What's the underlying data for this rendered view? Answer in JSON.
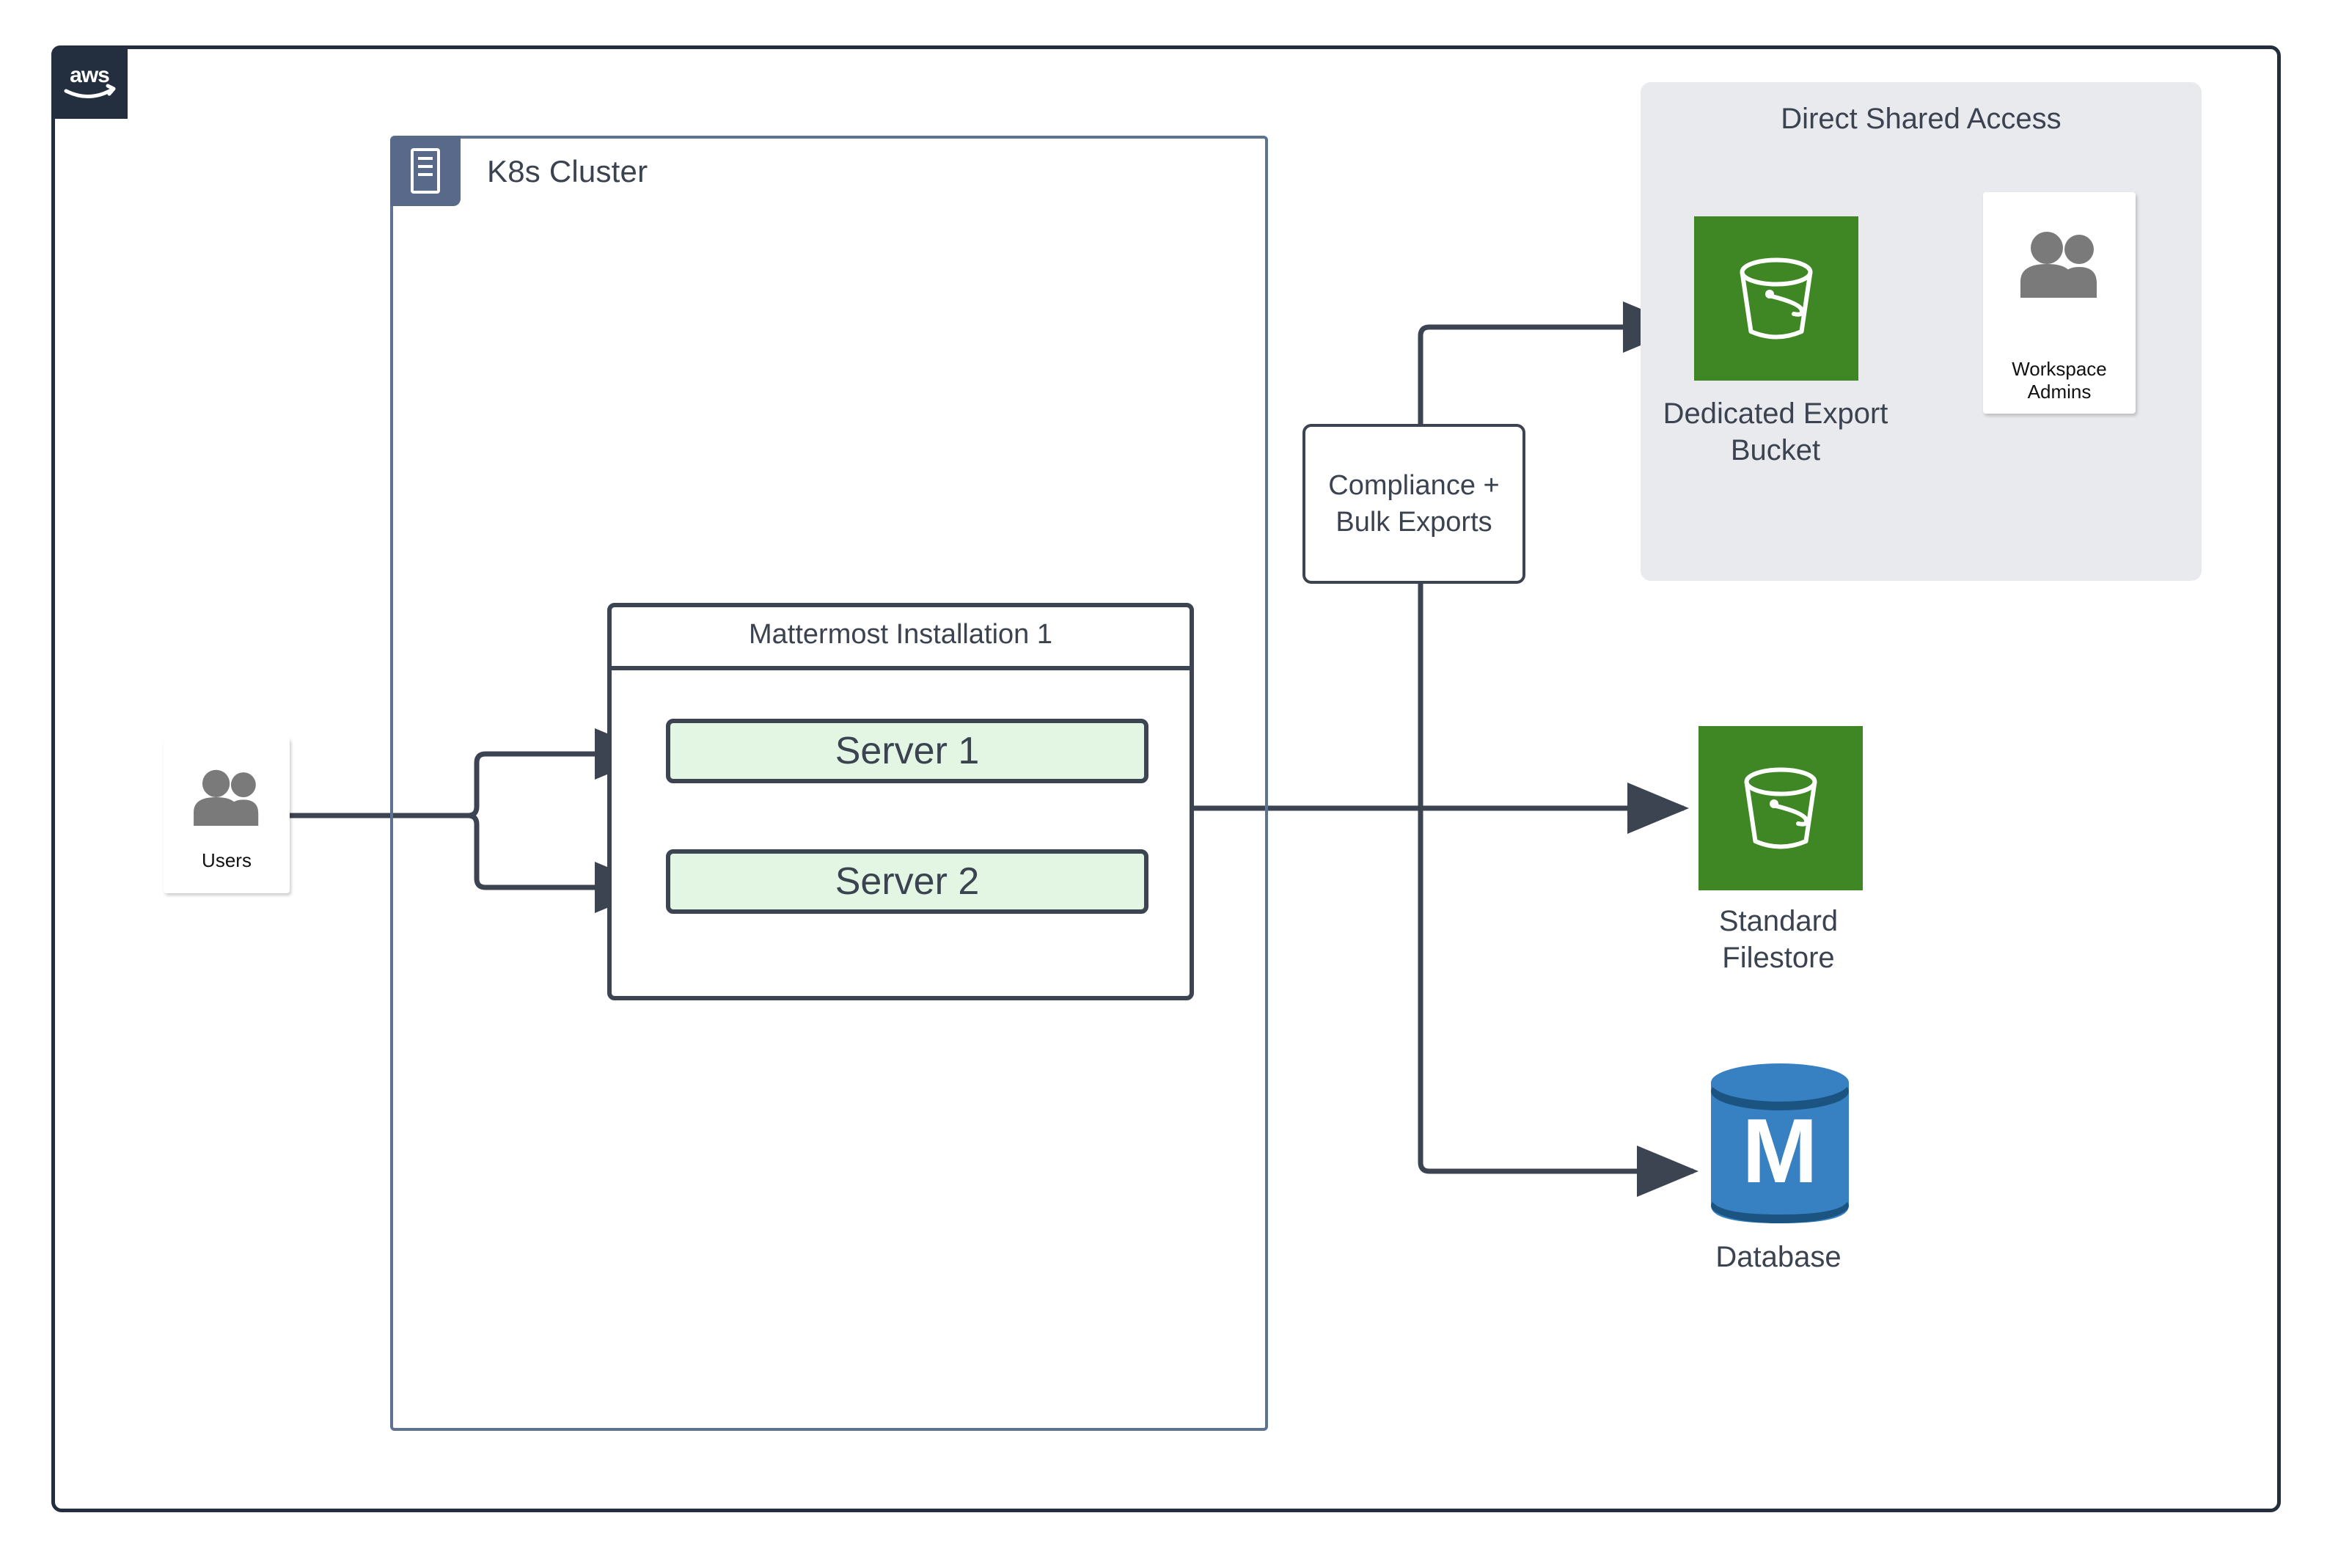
{
  "diagram": {
    "type": "architecture-diagram",
    "cloud_provider": "aws",
    "provider_logo_alt": "aws",
    "background_color": "#FFFFFF",
    "frame_color": "#232F3E"
  },
  "cluster": {
    "title": "K8s Cluster",
    "badge_icon": "server-rack-icon",
    "badge_color": "#58698A",
    "border_color": "#5E7291"
  },
  "installation": {
    "title": "Mattermost Installation 1",
    "border_color": "#3D4451",
    "servers": [
      {
        "label": "Server 1",
        "fill": "#E3F6E3"
      },
      {
        "label": "Server 2",
        "fill": "#E3F6E3"
      }
    ]
  },
  "compliance": {
    "line_1": "Compliance +",
    "line_2": "Bulk Exports"
  },
  "shared_access": {
    "title": "Direct Shared Access",
    "panel_color": "#E9EAEE",
    "bucket": {
      "label_line_1": "Dedicated Export",
      "label_line_2": "Bucket",
      "icon": "s3-bucket-icon",
      "icon_color": "#3F8624"
    },
    "admins": {
      "label": "Workspace Admins",
      "icon": "users-icon"
    }
  },
  "actors": {
    "users": {
      "label": "Users",
      "icon": "users-icon"
    }
  },
  "storage": {
    "filestore": {
      "label_line_1": "Standard",
      "label_line_2": "Filestore",
      "icon": "s3-bucket-icon",
      "icon_color": "#3F8624"
    },
    "database": {
      "label": "Database",
      "icon": "mattermost-database-icon",
      "icon_color": "#3781C2"
    }
  },
  "connections": [
    {
      "from": "Users",
      "to": "Server 1",
      "style": "orthogonal-arrow"
    },
    {
      "from": "Users",
      "to": "Server 2",
      "style": "orthogonal-arrow"
    },
    {
      "from": "Mattermost Installation 1",
      "to": "Standard Filestore",
      "style": "orthogonal-arrow"
    },
    {
      "from": "Compliance + Bulk Exports",
      "to": "Dedicated Export Bucket",
      "style": "orthogonal-arrow"
    },
    {
      "from": "Compliance + Bulk Exports",
      "to": "Database",
      "style": "orthogonal-arrow"
    },
    {
      "from": "Workspace Admins",
      "to": "Dedicated Export Bucket",
      "style": "straight-arrow"
    }
  ]
}
